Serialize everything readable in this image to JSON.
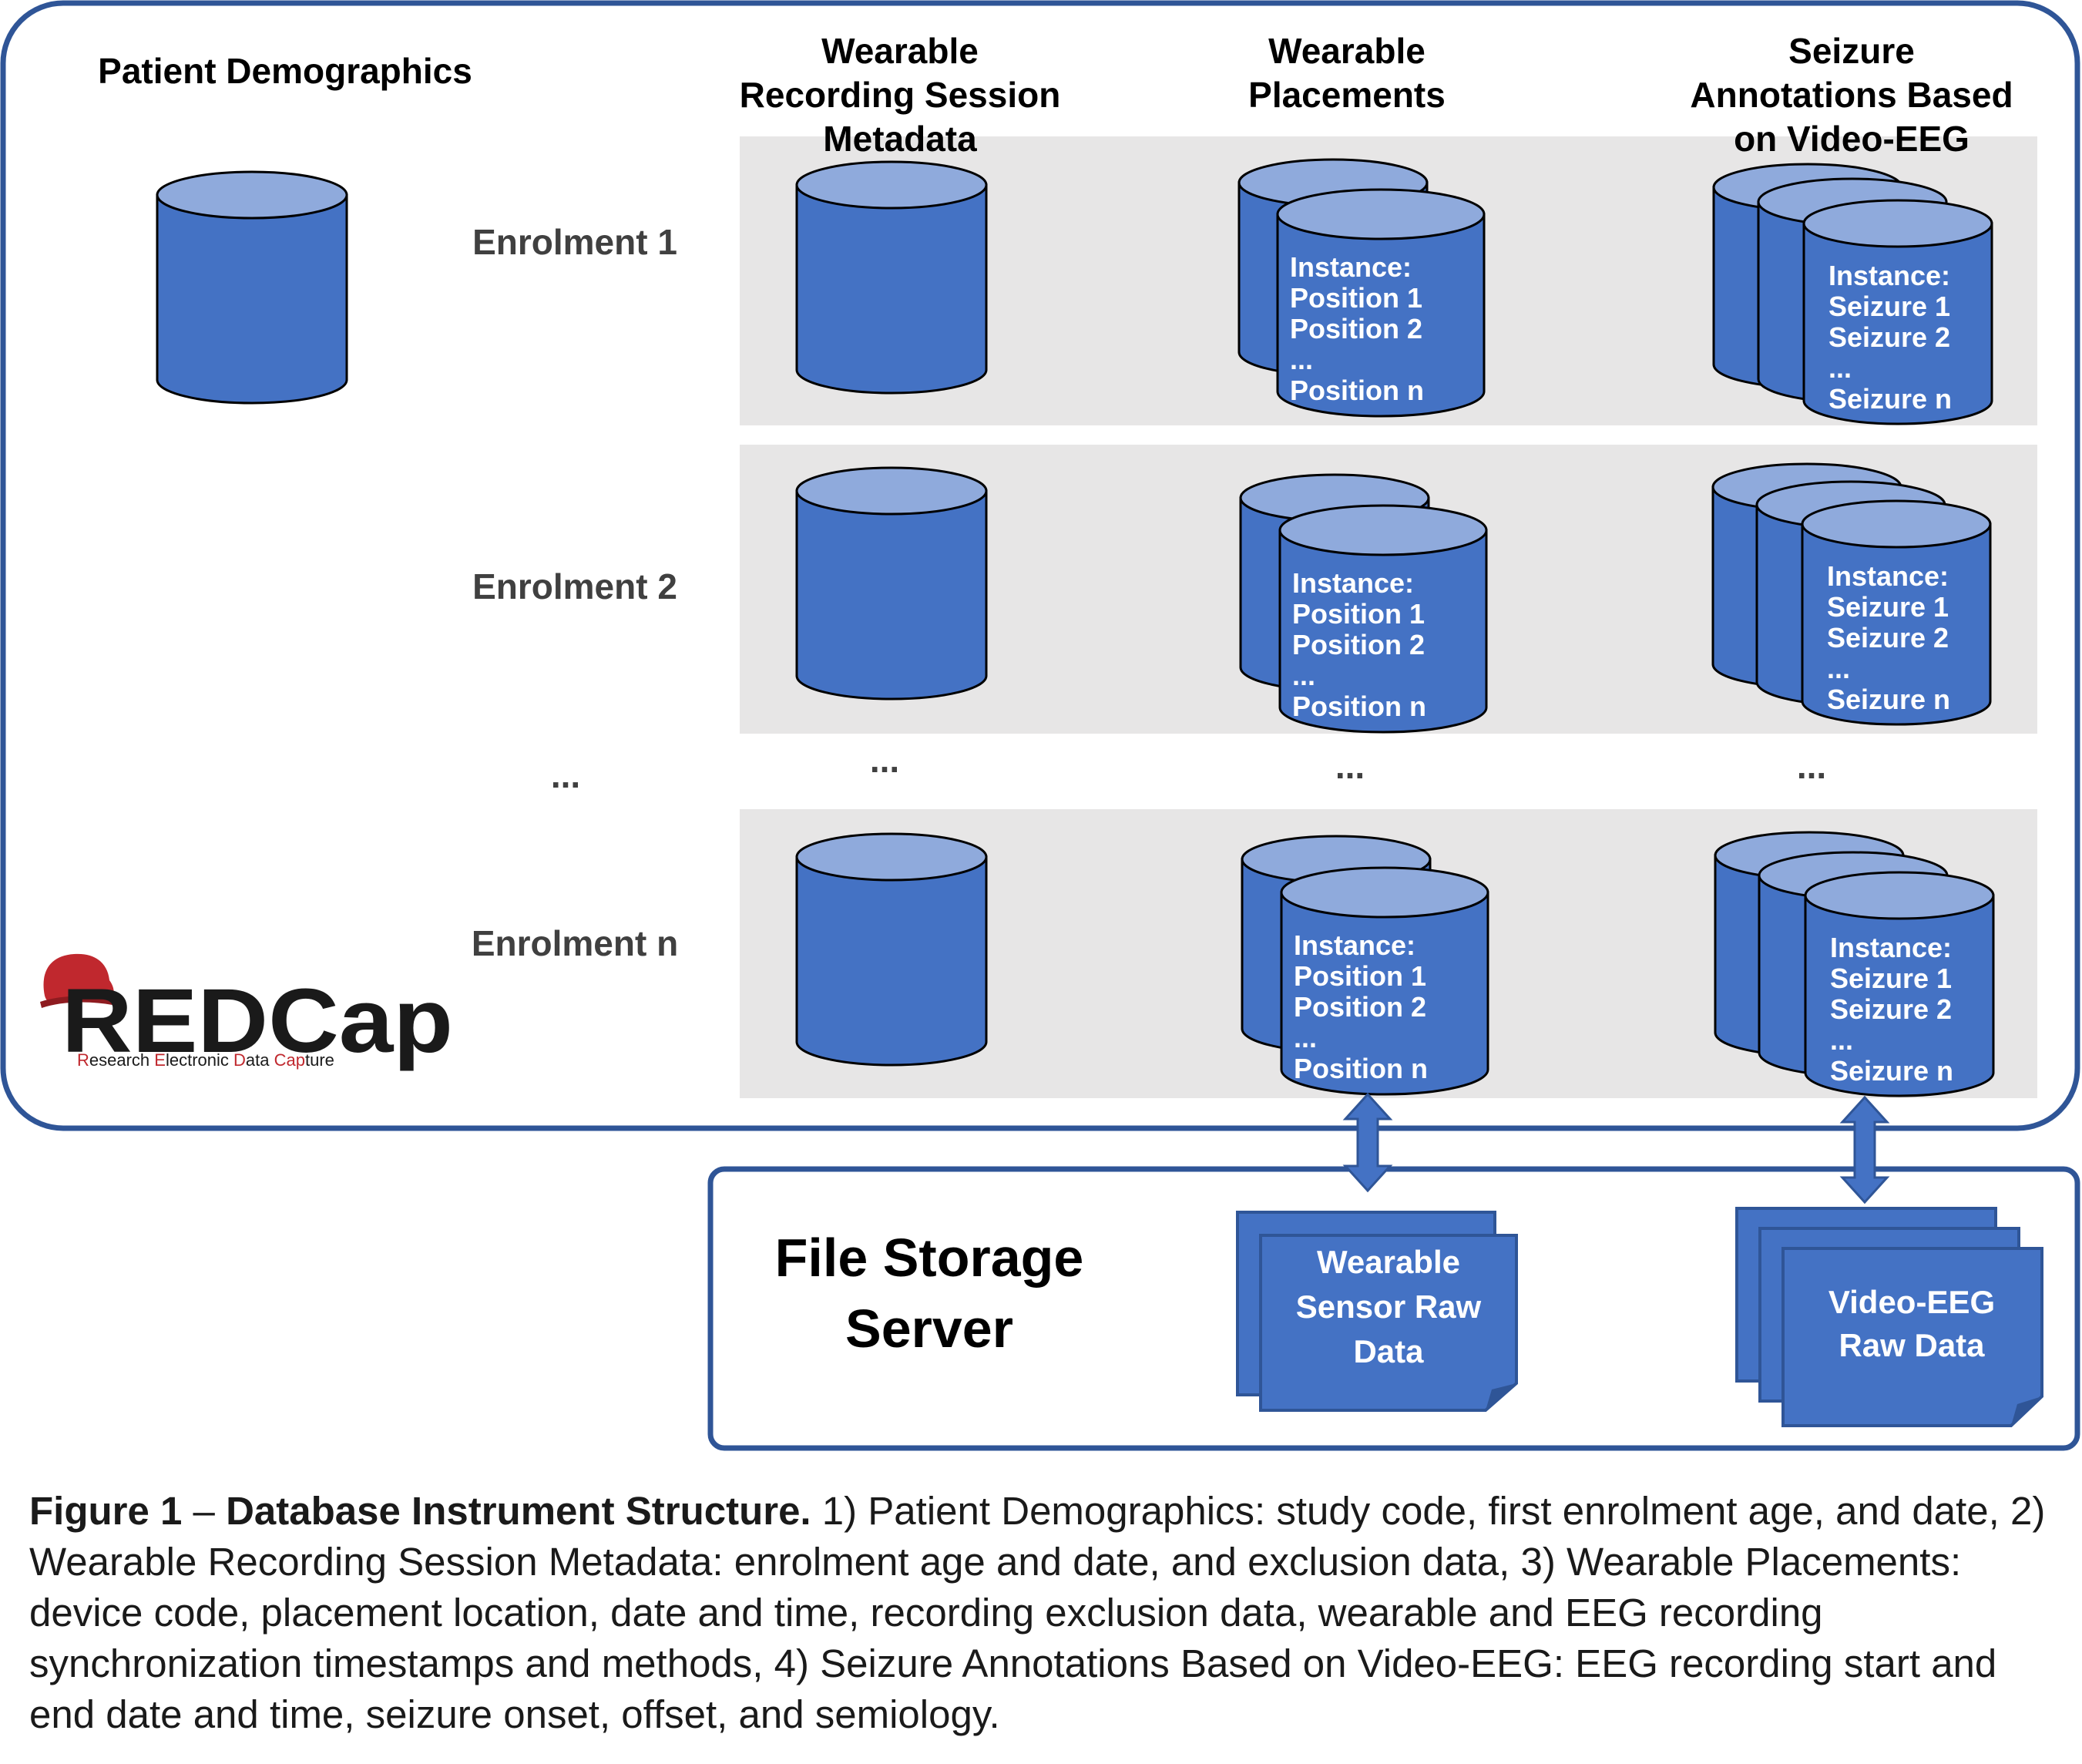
{
  "columns": {
    "patient_demographics": "Patient Demographics",
    "recording_session": [
      "Wearable",
      "Recording Session",
      "Metadata"
    ],
    "placements": [
      "Wearable",
      "Placements"
    ],
    "seizure_annotations": [
      "Seizure",
      "Annotations Based",
      "on Video-EEG"
    ]
  },
  "rows": [
    {
      "label": "Enrolment 1"
    },
    {
      "label": "Enrolment 2"
    },
    {
      "label": "Enrolment n"
    }
  ],
  "ellipsis": "...",
  "placement_instances": [
    "Instance:",
    "Position 1",
    "Position 2",
    "...",
    "Position n"
  ],
  "seizure_instances": [
    "Instance:",
    "Seizure 1",
    "Seizure 2",
    "...",
    "Seizure n"
  ],
  "logo": {
    "name": "REDCap",
    "tagline_parts": [
      "R",
      "esearch ",
      "E",
      "lectronic ",
      "D",
      "ata ",
      "Cap",
      "ture"
    ]
  },
  "file_storage": {
    "title": [
      "File Storage",
      "Server"
    ],
    "wearable_raw": [
      "Wearable",
      "Sensor Raw",
      "Data"
    ],
    "video_eeg_raw": [
      "Video-EEG",
      "Raw Data"
    ]
  },
  "caption": {
    "lead": "Figure 1",
    "dash": " – ",
    "title": "Database Instrument Structure.",
    "body": " 1) Patient Demographics: study code, first enrolment age, and date, 2) Wearable Recording Session Metadata: enrolment age and date, and exclusion data, 3) Wearable Placements: device code, placement location, date and time, recording exclusion data, wearable and EEG recording synchronization timestamps and methods, 4) Seizure Annotations Based on Video-EEG: EEG recording start and end date and time, seizure onset, offset, and semiology."
  },
  "colors": {
    "cylinder_body": "#4472C4",
    "cylinder_top": "#8FAADC",
    "stroke": "#000000",
    "frame": "#2F5597",
    "band": "#E7E6E6",
    "row_label": "#404040",
    "logo_hat": "#C0282E",
    "logo_text": "#1A1A1A"
  }
}
